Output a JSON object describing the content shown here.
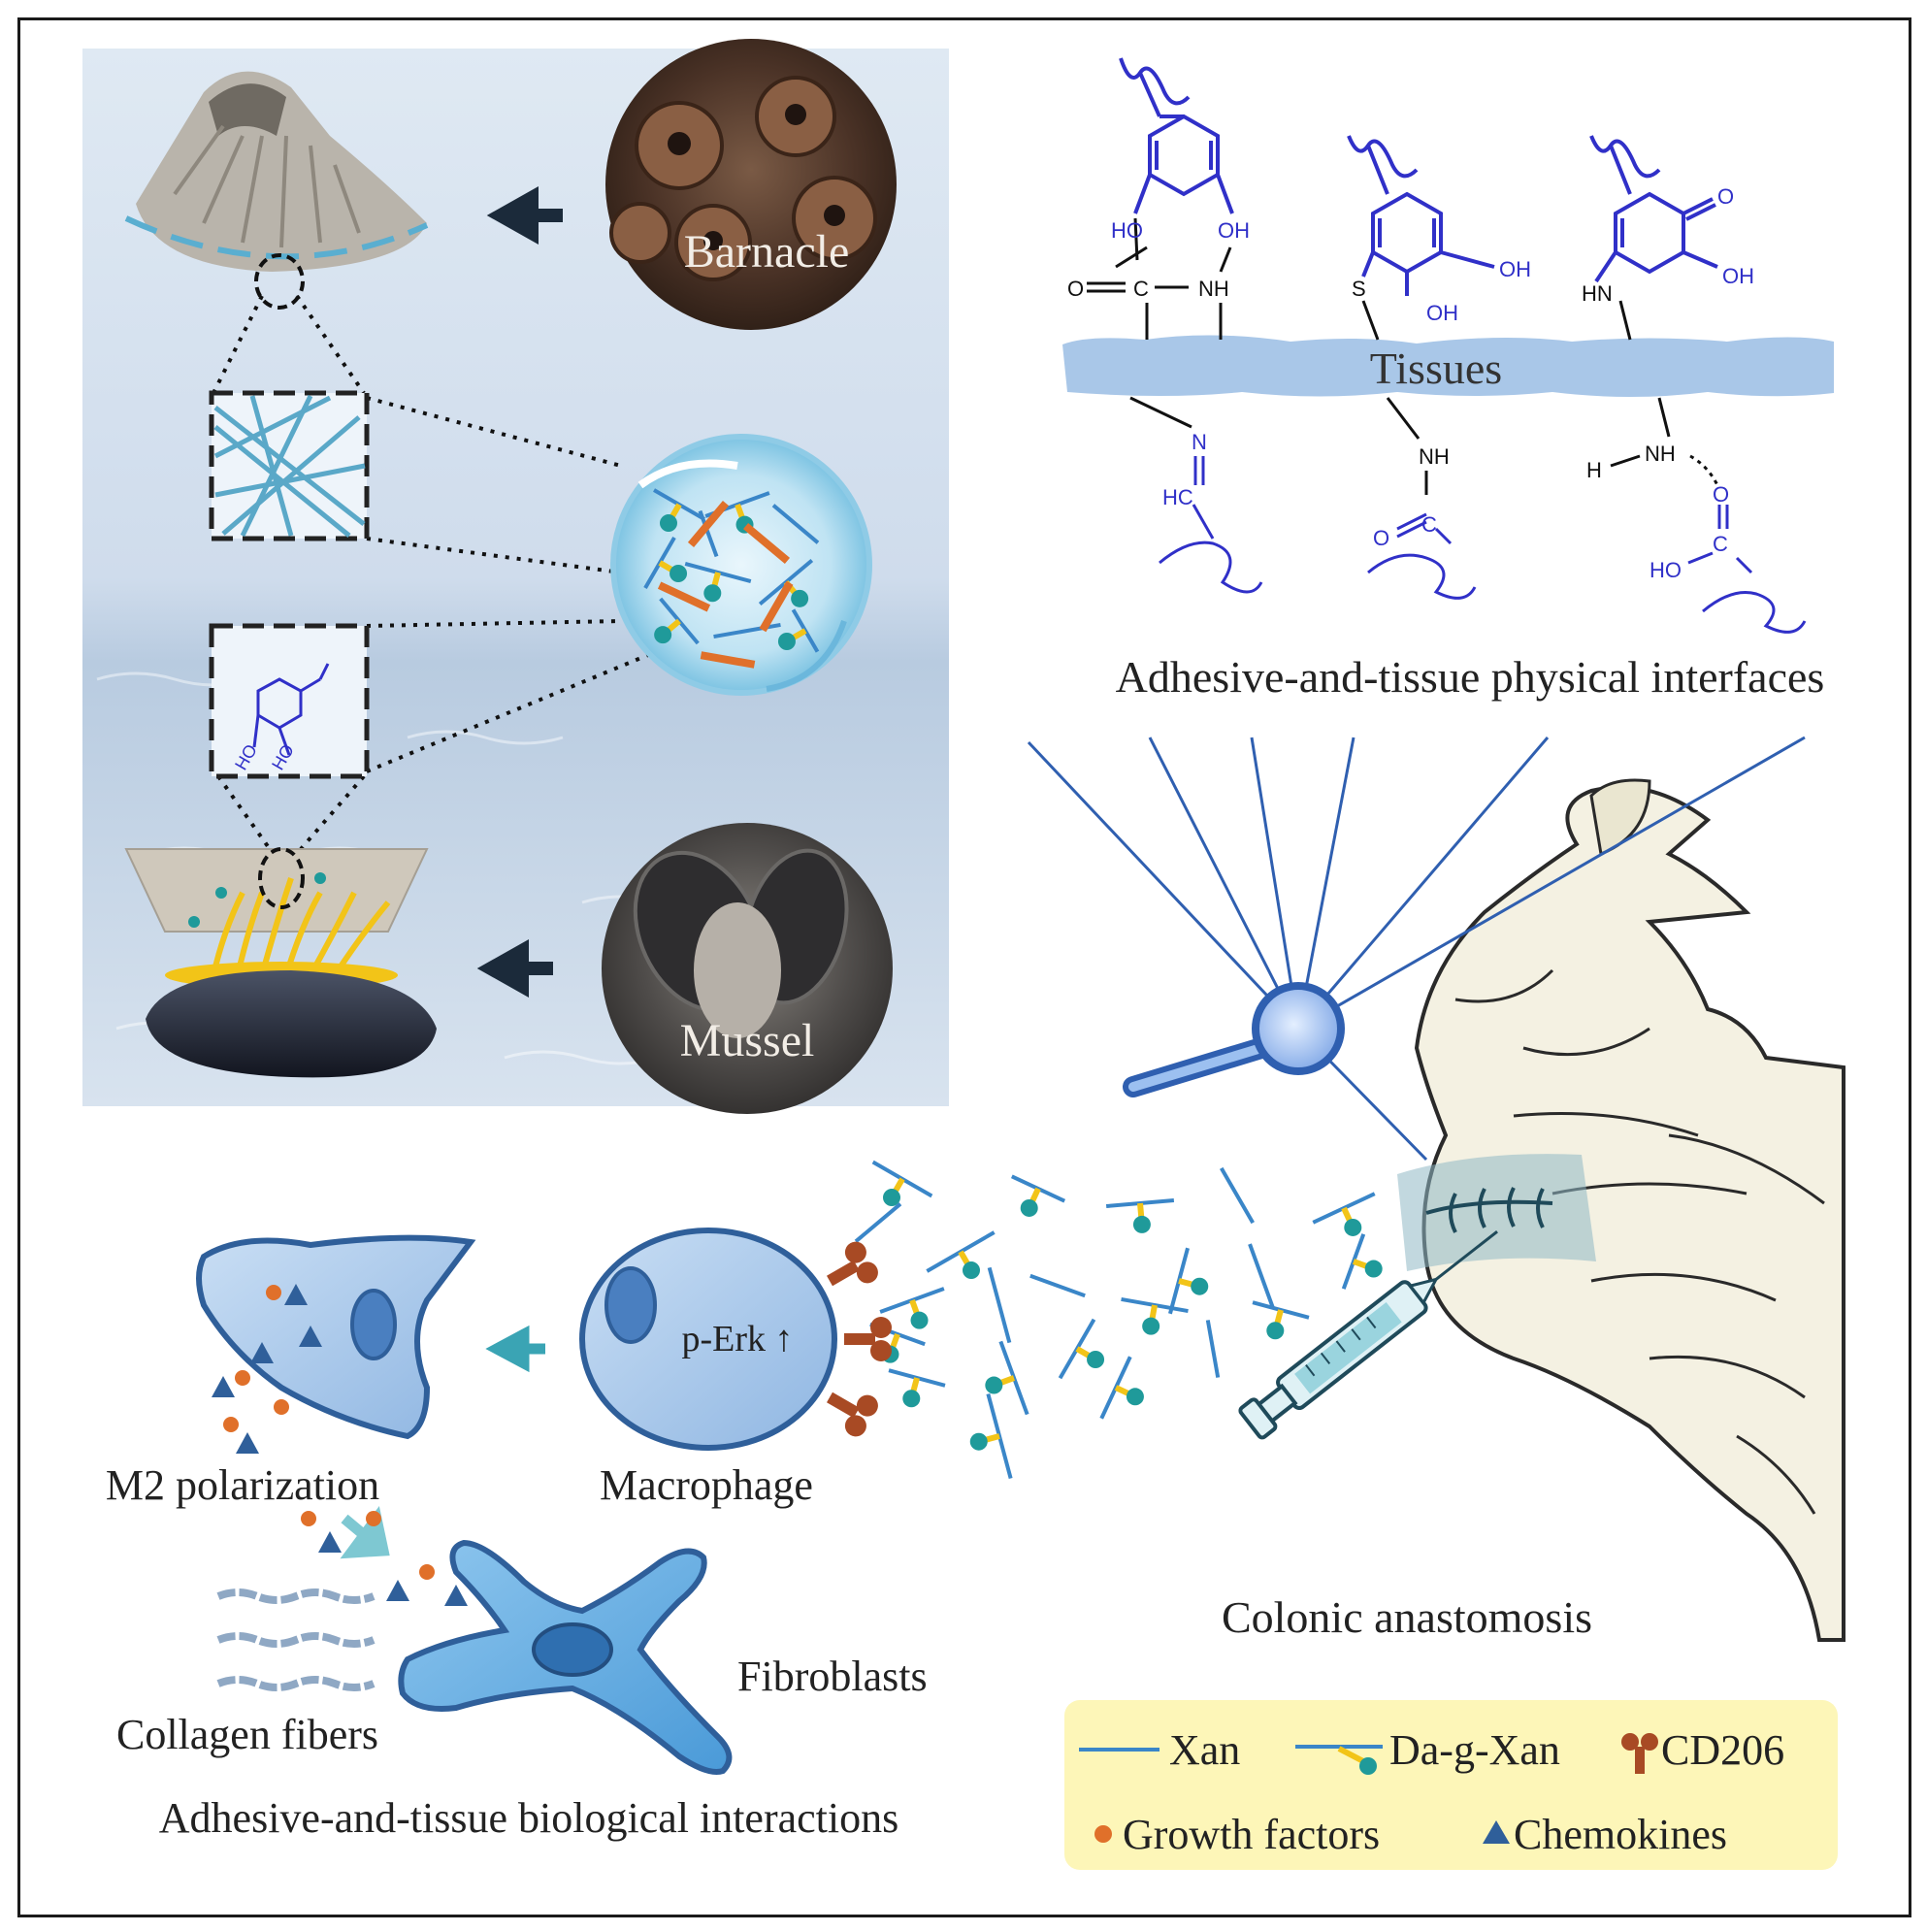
{
  "labels": {
    "barnacle": "Barnacle",
    "mussel": "Mussel",
    "tissues": "Tissues",
    "physical_interfaces": "Adhesive-and-tissue physical interfaces",
    "perk": "p-Erk ↑",
    "m2_polarization": "M2 polarization",
    "macrophage": "Macrophage",
    "fibroblasts": "Fibroblasts",
    "collagen_fibers": "Collagen fibers",
    "biological_interactions": "Adhesive-and-tissue biological interactions",
    "colonic_anastomosis": "Colonic anastomosis"
  },
  "chem": {
    "ho": "HO",
    "oh": "OH",
    "o": "O",
    "c": "C",
    "nh": "NH",
    "s": "S",
    "hn": "HN",
    "n": "N",
    "hc": "HC",
    "h": "H"
  },
  "legend": {
    "xan": "Xan",
    "da_g_xan": "Da-g-Xan",
    "cd206": "CD206",
    "growth_factors": "Growth factors",
    "chemokines": "Chemokines"
  },
  "colors": {
    "molecule": "#3030c8",
    "xan_line": "#3a86c8",
    "teal_dot": "#1f9a9a",
    "yellow_link": "#f2c418",
    "cd206": "#a84a24",
    "growth_factor": "#e0702a",
    "chemokine": "#2f5f9a",
    "cell_fill": "#a8c8ea",
    "legend_bg": "#fdf6b8",
    "tissue_band": "#a9c7e8"
  }
}
